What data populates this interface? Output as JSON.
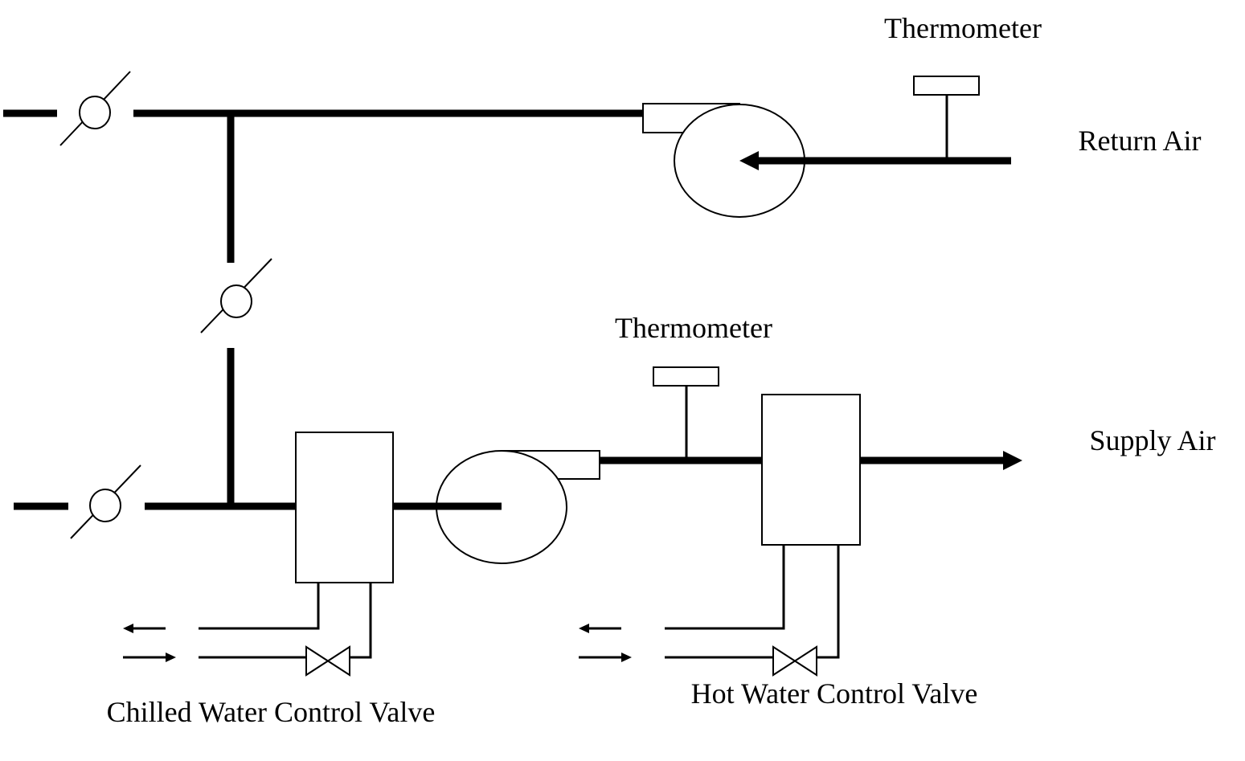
{
  "labels": {
    "thermometer_return": "Thermometer",
    "return_air": "Return Air",
    "thermometer_supply": "Thermometer",
    "supply_air": "Supply Air",
    "chilled_valve": "Chilled Water Control Valve",
    "hot_valve": "Hot Water Control Valve"
  },
  "colors": {
    "line": "#000000",
    "background": "#ffffff"
  }
}
